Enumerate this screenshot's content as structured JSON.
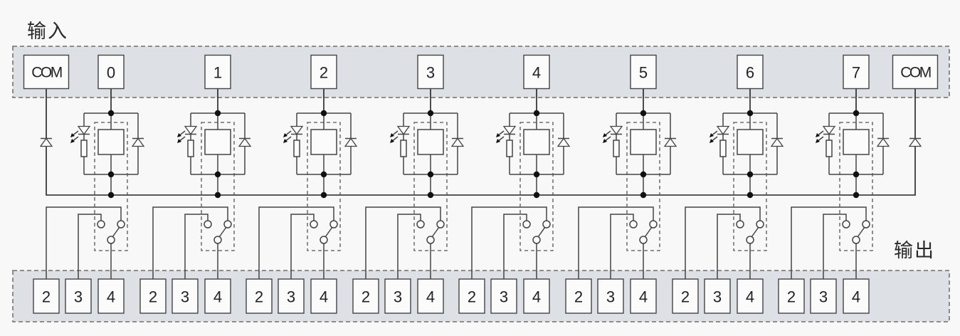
{
  "labels": {
    "input": "输入",
    "output": "输出"
  },
  "input_terminals": {
    "com_left": "COM",
    "channels": [
      "0",
      "1",
      "2",
      "3",
      "4",
      "5",
      "6",
      "7"
    ],
    "com_right": "COM"
  },
  "output_terminals": {
    "per_channel": [
      "2",
      "3",
      "4"
    ],
    "channel_count": 8
  },
  "channel_components": [
    "led-indicator",
    "series-resistor",
    "relay-coil",
    "flyback-diode",
    "changeover-contact"
  ],
  "colors": {
    "background": "#f8f8f8",
    "panel": "#dde1e5",
    "line": "#444444"
  }
}
